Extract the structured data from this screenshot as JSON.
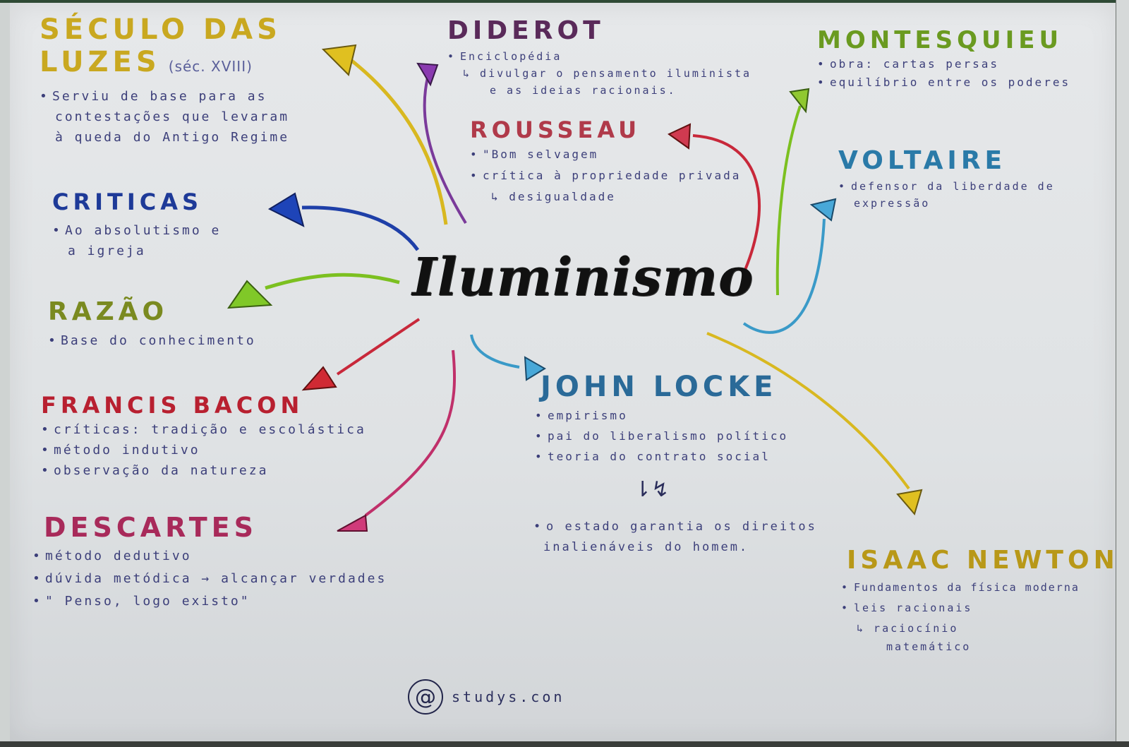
{
  "central_topic": "Iluminismo",
  "colors": {
    "paper": "#e4e6e8",
    "ink": "#3c3f7a",
    "yellow": "#d8b820",
    "purple": "#7a3a9a",
    "blue": "#1e3fa8",
    "green": "#7cc020",
    "red": "#c8283a",
    "pink": "#c0306a",
    "light_blue": "#3a9ac8"
  },
  "nodes": {
    "seculo": {
      "title": "SÉCULO DAS",
      "title_line2": "LUZES",
      "subtitle": "(séc. XVIII)",
      "items": [
        "Serviu de base para as",
        "contestações que levaram",
        "à queda do Antigo Regime"
      ]
    },
    "diderot": {
      "title": "DIDEROT",
      "items": [
        "Enciclopédia",
        "↳ divulgar o pensamento iluminista",
        "e as ideias racionais."
      ]
    },
    "montesquieu": {
      "title": "MONTESQUIEU",
      "items": [
        "obra: cartas persas",
        "equilíbrio entre os poderes"
      ]
    },
    "rousseau": {
      "title": "ROUSSEAU",
      "items": [
        "\"Bom selvagem",
        "crítica à propriedade privada",
        "↳ desigualdade"
      ]
    },
    "voltaire": {
      "title": "VOLTAIRE",
      "items": [
        "defensor da liberdade de",
        "expressão"
      ]
    },
    "criticas": {
      "title": "CRITICAS",
      "items": [
        "Ao absolutismo e",
        "a igreja"
      ]
    },
    "razao": {
      "title": "RAZÃO",
      "items": [
        "Base do conhecimento"
      ]
    },
    "bacon": {
      "title": "FRANCIS BACON",
      "items": [
        "críticas: tradição e escolástica",
        "método indutivo",
        "observação da natureza"
      ]
    },
    "descartes": {
      "title": "DESCARTES",
      "items": [
        "método dedutivo",
        "dúvida metódica → alcançar verdades",
        "\" Penso, logo existo\""
      ]
    },
    "locke": {
      "title": "JOHN LOCKE",
      "items": [
        "empirismo",
        "pai do liberalismo político",
        "teoria do contrato social"
      ],
      "zigzag": "⇂↯",
      "conclusion": [
        "o estado garantia os direitos",
        "inalienáveis do homem."
      ]
    },
    "newton": {
      "title": "ISAAC NEWTON",
      "items": [
        "Fundamentos da física moderna",
        "leis racionais",
        "↳ raciocínio",
        "matemático"
      ]
    }
  },
  "footer": {
    "at_symbol": "@",
    "handle": "studys.con"
  }
}
